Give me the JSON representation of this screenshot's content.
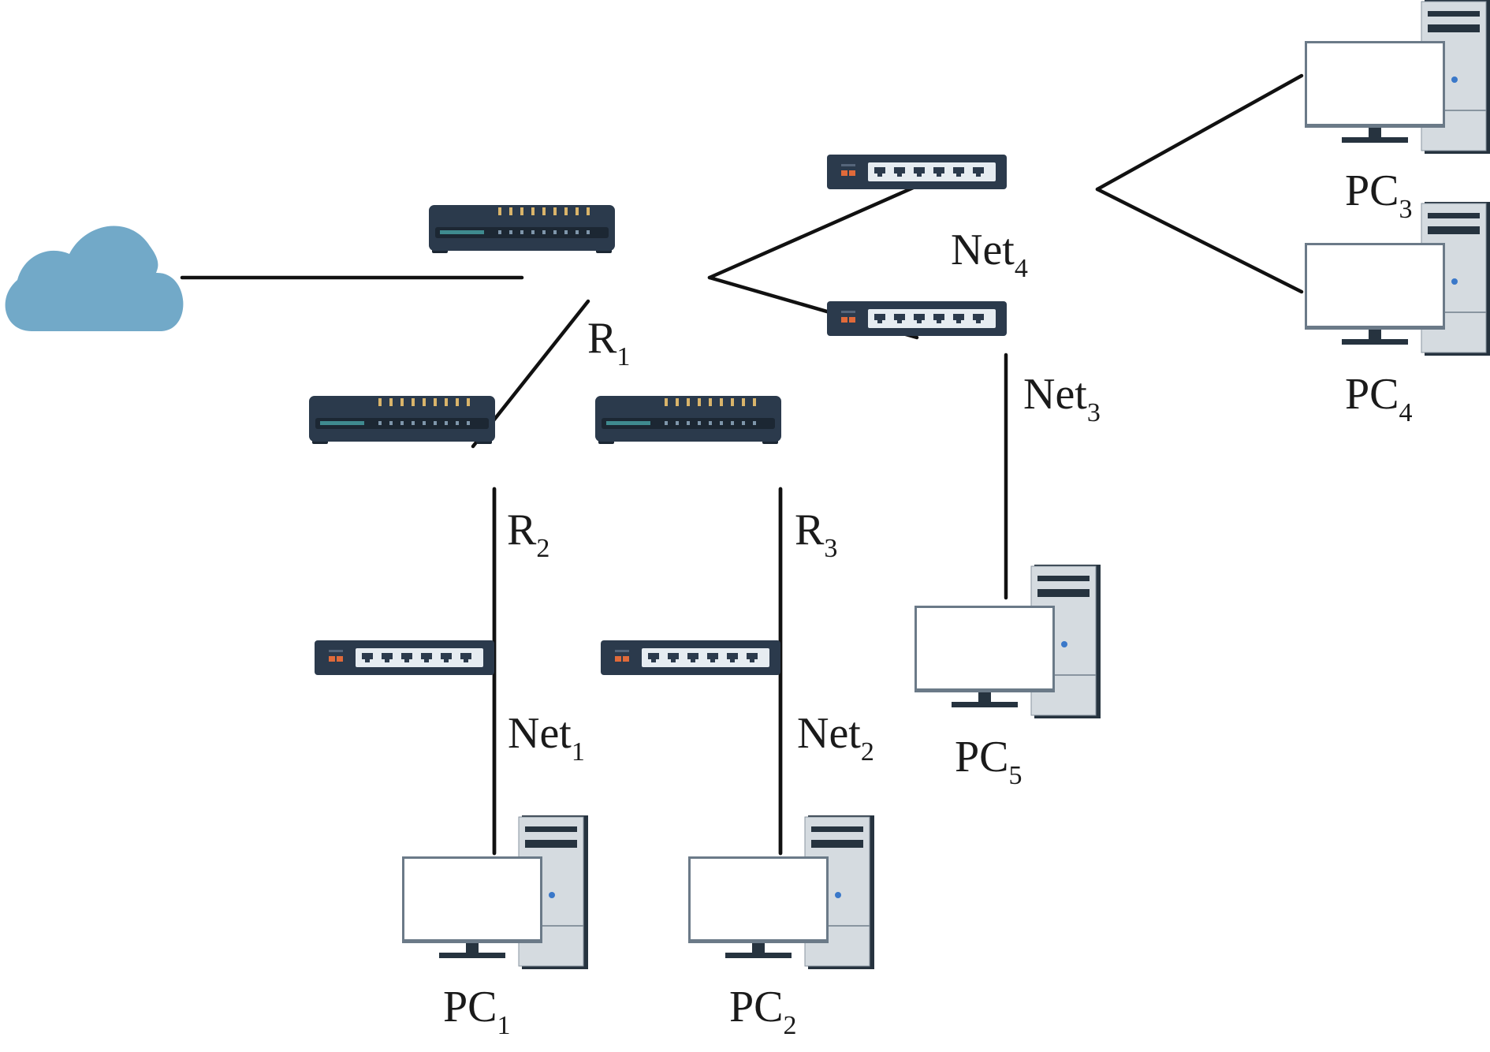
{
  "colors": {
    "cloud": "#72a9c8",
    "device_body": "#2b3a4c",
    "device_dark": "#1c2733",
    "port_face": "#e6ecf1",
    "router_led": "#d9b46a",
    "router_port": "#7f96ab",
    "switch_led": "#e06a3a",
    "monitor_frame": "#6b7a88",
    "tower_body": "#d5dbe0",
    "tower_shade": "#26333f",
    "power_dot": "#3a78c9",
    "link": "#111111"
  },
  "nodes": {
    "cloud": {
      "icon": "cloud-icon"
    },
    "r1": {
      "main": "R",
      "sub": "1",
      "icon": "router-icon"
    },
    "r2": {
      "main": "R",
      "sub": "2",
      "icon": "router-icon"
    },
    "r3": {
      "main": "R",
      "sub": "3",
      "icon": "router-icon"
    },
    "net1": {
      "main": "Net",
      "sub": "1",
      "icon": "switch-icon"
    },
    "net2": {
      "main": "Net",
      "sub": "2",
      "icon": "switch-icon"
    },
    "net3": {
      "main": "Net",
      "sub": "3",
      "icon": "switch-icon"
    },
    "net4": {
      "main": "Net",
      "sub": "4",
      "icon": "switch-icon"
    },
    "pc1": {
      "main": "PC",
      "sub": "1",
      "icon": "desktop-computer-icon"
    },
    "pc2": {
      "main": "PC",
      "sub": "2",
      "icon": "desktop-computer-icon"
    },
    "pc3": {
      "main": "PC",
      "sub": "3",
      "icon": "desktop-computer-icon"
    },
    "pc4": {
      "main": "PC",
      "sub": "4",
      "icon": "desktop-computer-icon"
    },
    "pc5": {
      "main": "PC",
      "sub": "5",
      "icon": "desktop-computer-icon"
    }
  },
  "links": [
    {
      "from": "cloud",
      "to": "r1"
    },
    {
      "from": "r1",
      "to": "r2"
    },
    {
      "from": "r1",
      "to": "net4"
    },
    {
      "from": "r1",
      "to": "net3"
    },
    {
      "from": "net4",
      "to": "pc3"
    },
    {
      "from": "net4",
      "to": "pc4"
    },
    {
      "from": "net3",
      "to": "pc5"
    },
    {
      "from": "r2",
      "to": "net1"
    },
    {
      "from": "net1",
      "to": "pc1"
    },
    {
      "from": "r3",
      "to": "net2"
    },
    {
      "from": "net2",
      "to": "pc2"
    }
  ]
}
